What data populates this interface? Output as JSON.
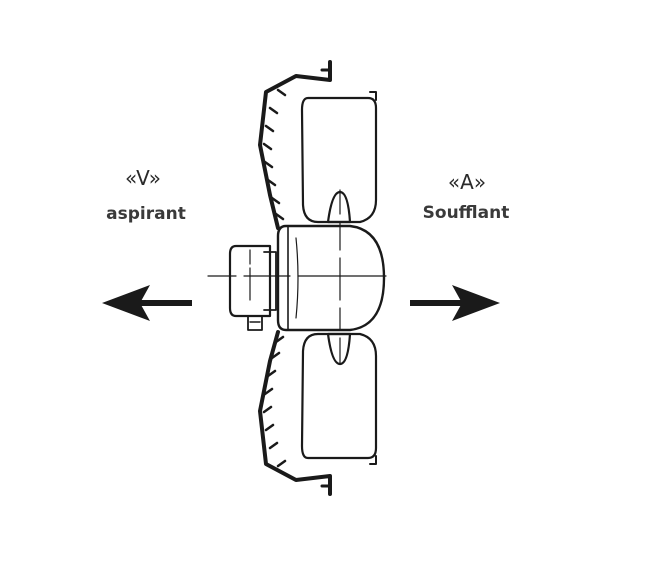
{
  "left": {
    "mode": "«V»",
    "label": "aspirant"
  },
  "right": {
    "mode": "«A»",
    "label": "Soufflant"
  },
  "colors": {
    "ink": "#1a1a1a",
    "background": "#ffffff"
  }
}
